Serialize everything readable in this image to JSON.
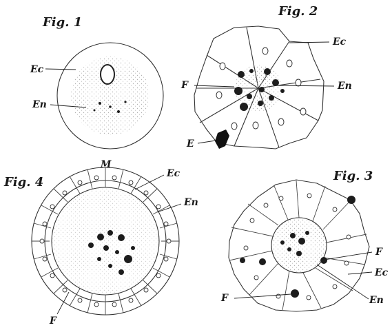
{
  "figures": [
    {
      "title": "Fig. 1",
      "labels": [
        "Ec",
        "En"
      ]
    },
    {
      "title": "Fig. 2",
      "labels": [
        "Ec",
        "F",
        "En",
        "E"
      ]
    },
    {
      "title": "Fig. 3",
      "labels": [
        "F",
        "Ec",
        "En",
        "F"
      ]
    },
    {
      "title": "Fig. 4",
      "labels": [
        "M",
        "Ec",
        "En",
        "F"
      ]
    }
  ]
}
